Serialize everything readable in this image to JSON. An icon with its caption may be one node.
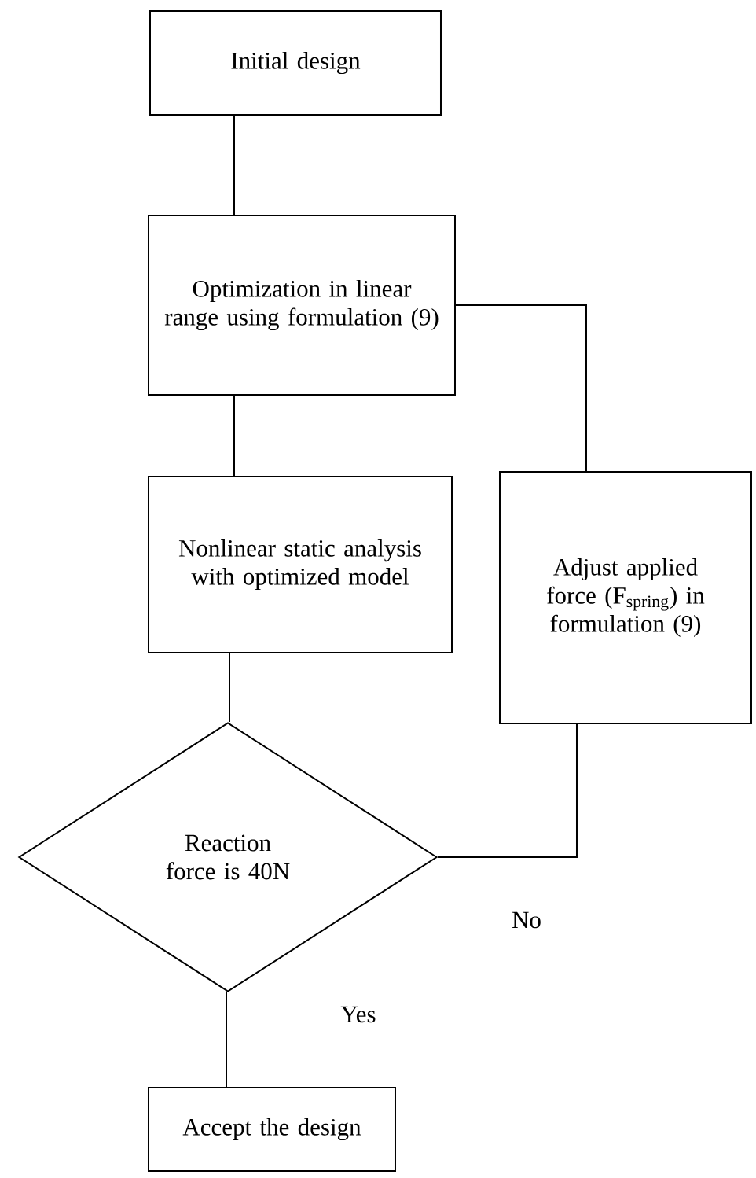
{
  "diagram": {
    "nodes": [
      {
        "text": [
          "Initial design"
        ]
      },
      {
        "text": [
          "Optimization in linear range using formulation (9)"
        ]
      },
      {
        "text": [
          "Nonlinear static analysis with optimized model"
        ]
      },
      {
        "text": [
          "Adjust applied force (F$_{spring}$) in formulation (9)"
        ]
      },
      {
        "text": [
          "Reaction force is 40N"
        ]
      },
      {
        "text": [
          "Accept the design"
        ]
      }
    ],
    "edges": [
      {
        "from": 0,
        "to": 1,
        "arrow": "none"
      },
      {
        "from": 1,
        "to": 2,
        "arrow": "none"
      },
      {
        "from": 2,
        "to": 4,
        "arrow": "none"
      },
      {
        "from": 4,
        "to": 3,
        "arrow": "none",
        "label": "No"
      },
      {
        "from": 3,
        "to": 1,
        "arrow": "none"
      },
      {
        "from": 4,
        "to": 5,
        "arrow": "none",
        "label": "Yes"
      }
    ]
  }
}
